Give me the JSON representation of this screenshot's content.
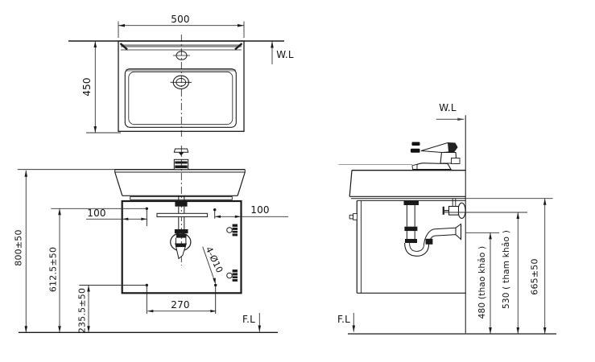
{
  "colors": {
    "line": "#1a1a1a",
    "background": "#ffffff"
  },
  "top_view": {
    "width": "500",
    "depth": "450",
    "water_line": "W.L"
  },
  "front_view": {
    "overall_height": "800±50",
    "upper_holes_height": "612.5±50",
    "lower_holes_height": "235.5±50",
    "left_hole_offset": "100",
    "right_hole_offset": "100",
    "hole_spacing": "270",
    "mounting_holes": "4-Ø10",
    "floor_line": "F.L"
  },
  "side_view": {
    "water_line": "W.L",
    "drain_outlet_height": "480 (thao khảo )",
    "supply_valve_height": "530 ( tham khảo )",
    "rim_height": "665±50",
    "floor_line": "F.L"
  }
}
